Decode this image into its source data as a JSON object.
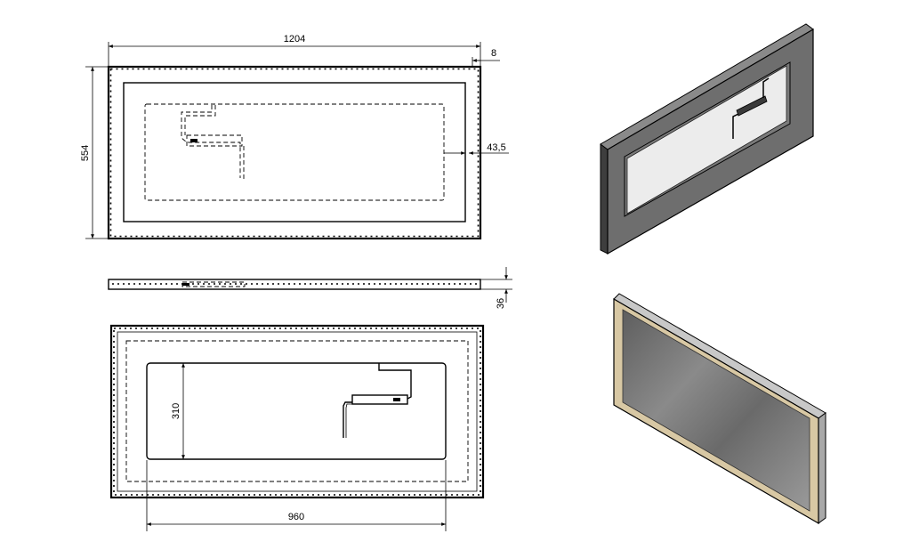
{
  "dimensions": {
    "width": "1204",
    "frame": "8",
    "height": "554",
    "offset": "43,5",
    "depth": "36",
    "inner_height": "310",
    "inner_width": "960"
  },
  "colors": {
    "line": "#000000",
    "frame_dark": "#5a5a5a",
    "frame_mid": "#7a7a7a",
    "glass_light": "#e6e6e6",
    "frame_gold": "#d8c8a4",
    "mirror_dark": "#6c6c6c"
  }
}
